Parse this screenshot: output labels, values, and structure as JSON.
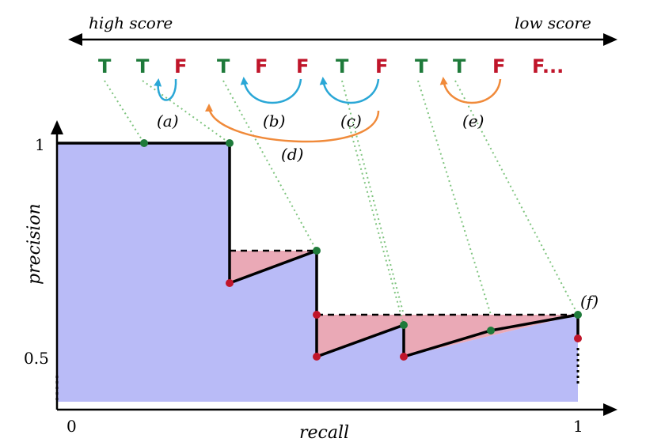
{
  "header": {
    "left_label": "high score",
    "right_label": "low score"
  },
  "sequence": [
    {
      "label": "T",
      "kind": "T"
    },
    {
      "label": "T",
      "kind": "T"
    },
    {
      "label": "F",
      "kind": "F"
    },
    {
      "label": "T",
      "kind": "T"
    },
    {
      "label": "F",
      "kind": "F"
    },
    {
      "label": "F",
      "kind": "F"
    },
    {
      "label": "T",
      "kind": "T"
    },
    {
      "label": "F",
      "kind": "F"
    },
    {
      "label": "T",
      "kind": "T"
    },
    {
      "label": "T",
      "kind": "T"
    },
    {
      "label": "F",
      "kind": "F"
    },
    {
      "label": "F...",
      "kind": "F"
    }
  ],
  "swaps": [
    {
      "label": "(a)",
      "color": "#2aa7d6"
    },
    {
      "label": "(b)",
      "color": "#2aa7d6"
    },
    {
      "label": "(c)",
      "color": "#2aa7d6"
    },
    {
      "label": "(d)",
      "color": "#f08a3a"
    },
    {
      "label": "(e)",
      "color": "#f08a3a"
    },
    {
      "label": "(f)",
      "color": "#000000"
    }
  ],
  "axes": {
    "xlabel": "recall",
    "ylabel": "precision",
    "x_ticks": [
      "0",
      "1"
    ],
    "y_ticks": [
      "1",
      "0.5"
    ]
  },
  "colors": {
    "true_label": "#1e7a3a",
    "false_label": "#c0152a",
    "area_fill": "#b9bbf7",
    "gap_fill": "#eaa9b6",
    "green_point": "#1e7a3a",
    "red_point": "#c0152a",
    "guide_line": "#7fc47f"
  }
}
